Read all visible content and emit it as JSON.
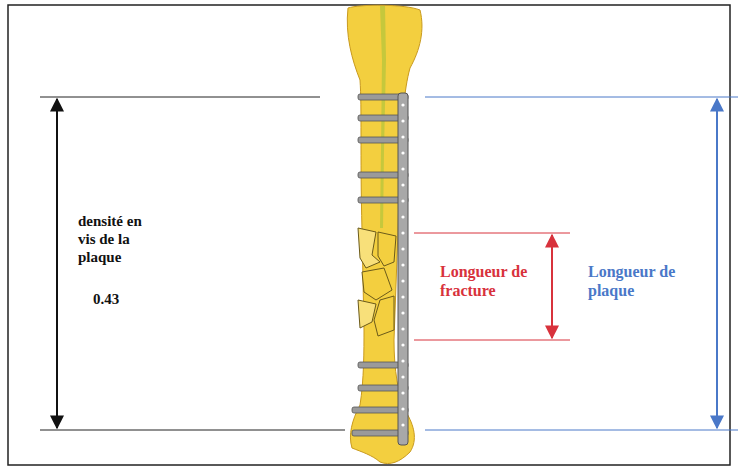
{
  "diagram": {
    "labels": [
      "densité en vis de la plaque",
      "0.43",
      "Longueur de fracture",
      "Longueur de plaque"
    ]
  }
}
